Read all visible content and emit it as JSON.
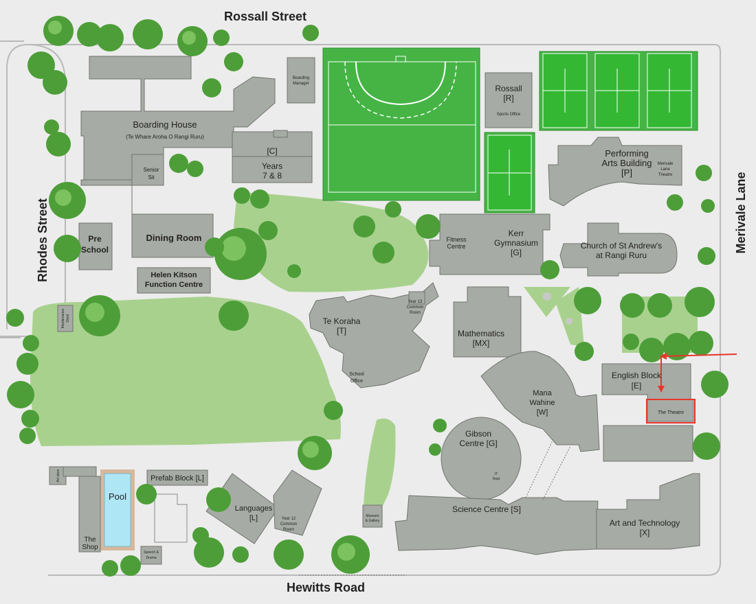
{
  "streets": {
    "north": "Rossall Street",
    "south": "Hewitts Road",
    "west": "Rhodes Street",
    "east": "Merivale Lane"
  },
  "buildings": {
    "boarding_house": "Boarding House",
    "boarding_house_sub": "(Te Whare Aroha O Rangi Ruru)",
    "senior_sit_1": "Senior",
    "senior_sit_2": "Sit",
    "dining_room": "Dining Room",
    "pre_school_1": "Pre",
    "pre_school_2": "School",
    "helen_kitson_1": "Helen Kitson",
    "helen_kitson_2": "Function Centre",
    "boarding_manager_1": "Boarding",
    "boarding_manager_2": "Manager",
    "years78_code": "[C]",
    "years78_1": "Years",
    "years78_2": "7 & 8",
    "rossall": "Rossall",
    "rossall_code": "[R]",
    "rossall_sports": "Sports Office",
    "performing_1": "Performing",
    "performing_2": "Arts Building",
    "performing_code": "[P]",
    "merivale_theatre_1": "Merivale",
    "merivale_theatre_2": "Lane",
    "merivale_theatre_3": "Theatre",
    "fitness_1": "Fitness",
    "fitness_2": "Centre",
    "kerr_1": "Kerr",
    "kerr_2": "Gymnasium",
    "kerr_code": "[G]",
    "church_1": "Church of St Andrew's",
    "church_2": "at Rangi Ruru",
    "te_koraha": "Te Koraha",
    "te_koraha_code": "[T]",
    "year13_1": "Year 13",
    "year13_2": "Common",
    "year13_3": "Room",
    "school_office_1": "School",
    "school_office_2": "Office",
    "mathematics": "Mathematics",
    "mathematics_code": "[MX]",
    "english_block": "English Block",
    "english_code": "[E]",
    "the_theatre": "The Theatre",
    "mana_wahine_1": "Mana",
    "mana_wahine_2": "Wahine",
    "mana_code": "[W]",
    "gibson_1": "Gibson",
    "gibson_2": "Centre [G]",
    "it_dept_1": "IT",
    "it_dept_2": "Dept",
    "science": "Science Centre [S]",
    "art_tech_1": "Art and Technology",
    "art_tech_code": "[X]",
    "maintenance_1": "Maintenance",
    "maintenance_2": "Shed",
    "art_store": "Art store",
    "pool": "Pool",
    "the_shop_1": "The",
    "the_shop_2": "Shop",
    "speech_1": "Speech &",
    "speech_2": "Drama",
    "prefab": "Prefab Block [L]",
    "languages": "Languages",
    "languages_code": "[L]",
    "year12_1": "Year 12",
    "year12_2": "Common",
    "year12_3": "Room",
    "museum_1": "Museum",
    "museum_2": "& Gallery"
  },
  "colors": {
    "background": "#ececec",
    "building": "#a7aba5",
    "grass": "#a9d18e",
    "field": "#45b445",
    "tree": "#4d9e38",
    "highlight": "#e8352a",
    "pool": "#aee6f6"
  }
}
